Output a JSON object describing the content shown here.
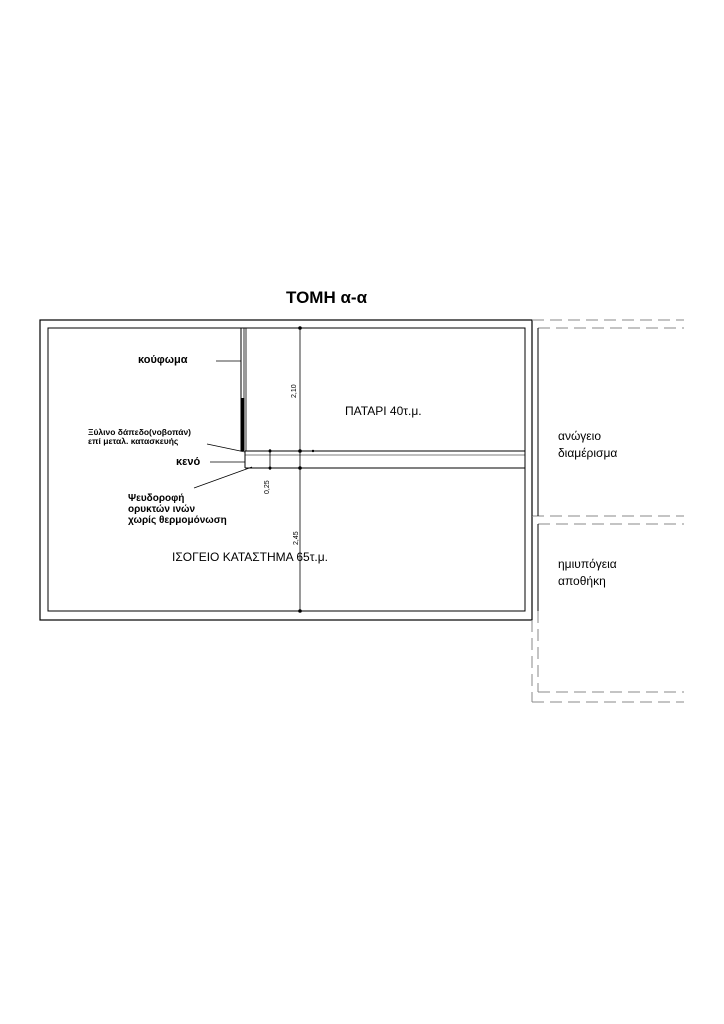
{
  "title": "ΤΟΜΗ α-α",
  "rooms": {
    "mezzanine": "ΠΑΤΑΡΙ  40τ.μ.",
    "ground_store": "ΙΣΟΓΕΙΟ ΚΑΤΑΣΤΗΜΑ 65τ.μ."
  },
  "callouts": {
    "frame": "κούφωμα",
    "wood_floor_line1": "Ξύλινο δάπεδο(νοβοπάν)",
    "wood_floor_line2": "επί μεταλ. κατασκευής",
    "void": "κενό",
    "ceiling_line1": "Ψευδοροφή",
    "ceiling_line2": "ορυκτών ινών",
    "ceiling_line3": "χωρίς θερμομόνωση"
  },
  "dimensions": {
    "upper_height": "2,10",
    "slab_thickness": "0,25",
    "lower_height": "2,45"
  },
  "neighbors": {
    "upper_line1": "ανώγειο",
    "upper_line2": "διαμέρισμα",
    "lower_line1": "ημιυπόγεια",
    "lower_line2": "αποθήκη"
  },
  "colors": {
    "line": "#000000",
    "dashed": "#888888",
    "background": "#ffffff"
  }
}
